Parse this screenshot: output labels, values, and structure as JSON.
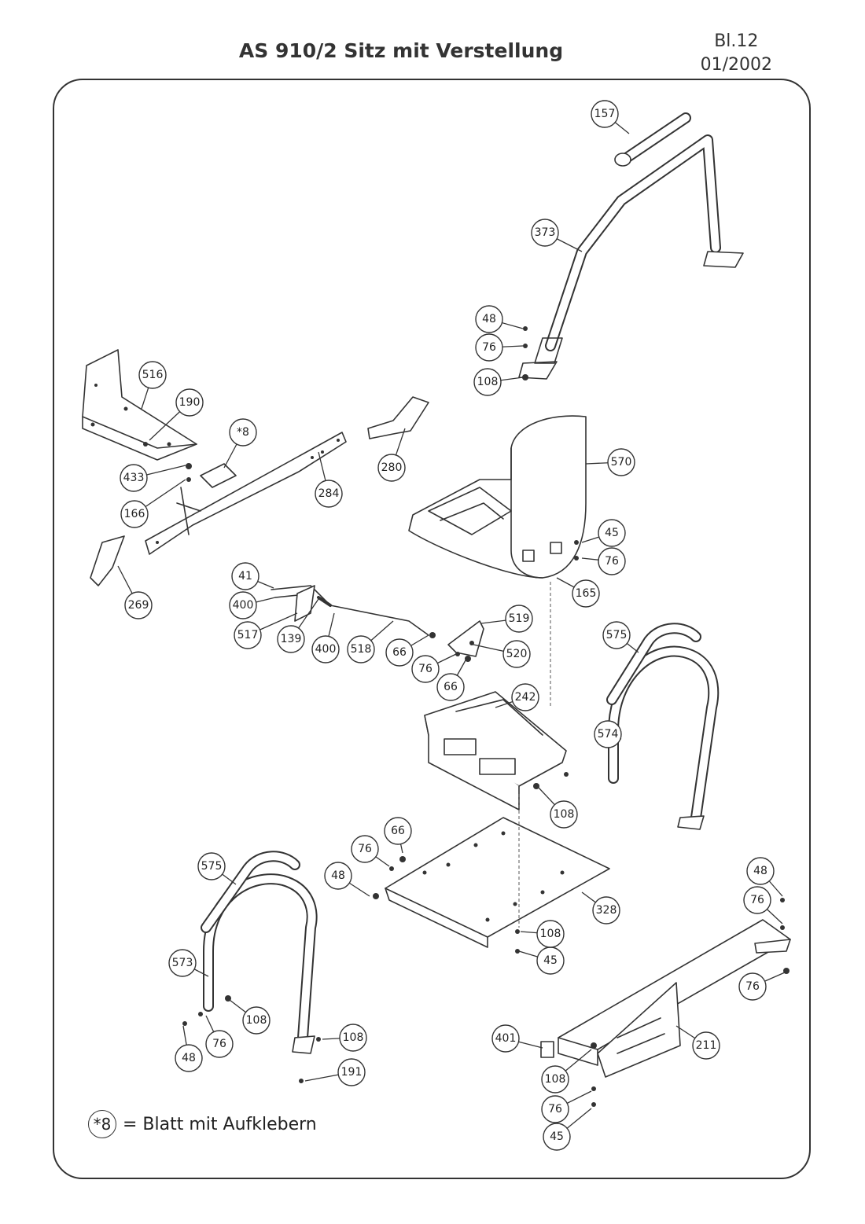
{
  "title": "AS 910/2 Sitz mit Verstellung",
  "sheet": {
    "label": "Bl.12",
    "date": "01/2002"
  },
  "note": {
    "ref": "*8",
    "text": "= Blatt mit Aufklebern"
  },
  "callouts": [
    "157",
    "373",
    "48",
    "76",
    "108",
    "516",
    "190",
    "*8",
    "284",
    "280",
    "570",
    "433",
    "166",
    "45",
    "76",
    "269",
    "41",
    "400",
    "165",
    "517",
    "139",
    "400",
    "518",
    "66",
    "519",
    "76",
    "520",
    "66",
    "575",
    "242",
    "574",
    "108",
    "66",
    "76",
    "48",
    "575",
    "328",
    "48",
    "76",
    "573",
    "76",
    "45",
    "108",
    "108",
    "48",
    "76",
    "108",
    "401",
    "211",
    "108",
    "191",
    "76",
    "45"
  ]
}
